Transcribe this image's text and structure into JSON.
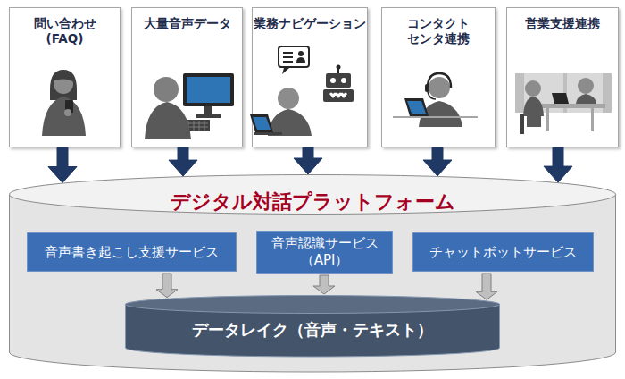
{
  "diagram": {
    "nodes": [
      {
        "text": [
          "問い合わせ (FAQ)"
        ]
      },
      {
        "text": [
          "大量音声データ"
        ]
      },
      {
        "text": [
          "業務ナビゲーション"
        ]
      },
      {
        "text": [
          "コンタクト センタ連携"
        ]
      },
      {
        "text": [
          "営業支援連携"
        ]
      },
      {
        "text": [
          "デジタル対話プラットフォーム"
        ]
      },
      {
        "text": [
          "音声書き起こし支援サービス"
        ],
        "in": 5
      },
      {
        "text": [
          "音声認識サービス （API）"
        ],
        "in": 5
      },
      {
        "text": [
          "チャットボットサービス"
        ],
        "in": 5
      },
      {
        "text": [
          "データレイク（音声・テキスト）"
        ],
        "in": 5
      }
    ],
    "edges": [
      {
        "from": 0,
        "to": 5,
        "arrow": "to"
      },
      {
        "from": 1,
        "to": 5,
        "arrow": "to"
      },
      {
        "from": 2,
        "to": 5,
        "arrow": "to"
      },
      {
        "from": 3,
        "to": 5,
        "arrow": "to"
      },
      {
        "from": 4,
        "to": 5,
        "arrow": "to"
      },
      {
        "from": 6,
        "to": 9,
        "arrow": "to"
      },
      {
        "from": 7,
        "to": 9,
        "arrow": "to"
      },
      {
        "from": 8,
        "to": 9,
        "arrow": "to"
      }
    ]
  }
}
